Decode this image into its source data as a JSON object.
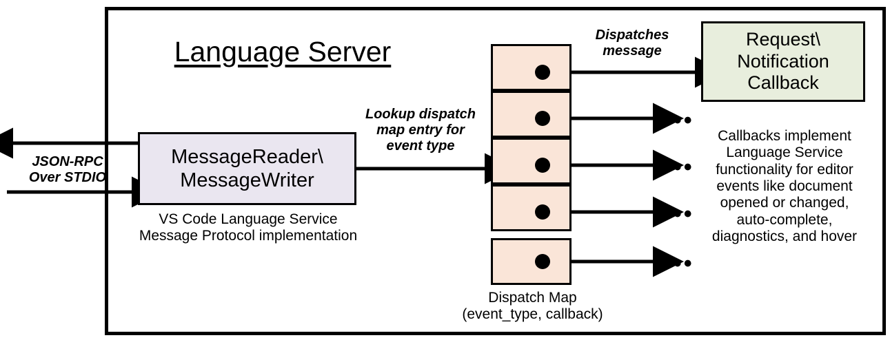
{
  "diagram": {
    "container_title": "Language Server",
    "outer_border_color": "#000000",
    "background": "#ffffff"
  },
  "reader": {
    "box_label": "MessageReader\\\nMessageWriter",
    "box_fill": "#EAE6F0",
    "caption": "VS Code Language Service\nMessage Protocol implementation"
  },
  "external_io": {
    "label": "JSON-RPC\nOver STDIO",
    "outbound_arrow": "arrow-left-out",
    "inbound_arrow": "arrow-right-in"
  },
  "lookup": {
    "label": "Lookup dispatch\nmap entry for\nevent type"
  },
  "dispatch_map": {
    "caption": "Dispatch Map\n(event_type, callback)",
    "cell_fill": "#FAE5D8",
    "row_count": 5,
    "rows": [
      {
        "index": 1,
        "connector": "dot",
        "target": "callback-box"
      },
      {
        "index": 2,
        "connector": "dot",
        "target": "ellipsis"
      },
      {
        "index": 3,
        "connector": "dot",
        "target": "ellipsis"
      },
      {
        "index": 4,
        "connector": "dot",
        "target": "ellipsis"
      },
      {
        "index": 5,
        "connector": "dot",
        "target": "ellipsis"
      }
    ],
    "ellipsis_glyph": "•••"
  },
  "dispatch": {
    "label": "Dispatches\nmessage"
  },
  "callback": {
    "box_label": "Request\\\nNotification\nCallback",
    "box_fill": "#E8EEDD",
    "caption": "Callbacks implement\nLanguage Service\nfunctionality for editor\nevents like document\nopened or changed,\nauto-complete,\ndiagnostics, and hover"
  }
}
